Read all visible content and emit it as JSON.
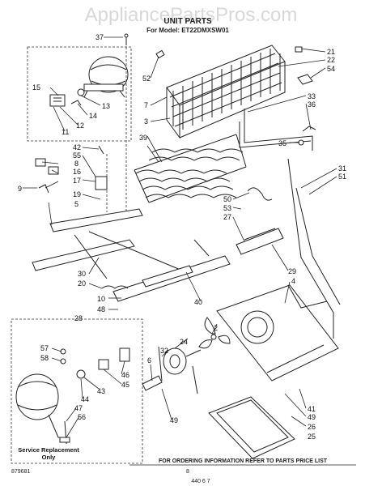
{
  "watermark": "AppliancePartsPros.com",
  "header": {
    "title": "UNIT PARTS",
    "model_line": "For Model: ET22DMXSW01"
  },
  "callouts": [
    "37",
    "21",
    "22",
    "54",
    "52",
    "7",
    "3",
    "15",
    "13",
    "14",
    "12",
    "11",
    "33",
    "36",
    "35",
    "39",
    "42",
    "55",
    "8",
    "16",
    "17",
    "9",
    "19",
    "5",
    "31",
    "51",
    "50",
    "53",
    "27",
    "30",
    "20",
    "29",
    "4",
    "10",
    "40",
    "48",
    "28",
    "57",
    "58",
    "46",
    "45",
    "2",
    "24",
    "32",
    "6",
    "43",
    "44",
    "47",
    "56",
    "49",
    "41",
    "26",
    "25"
  ],
  "service_box": {
    "label_line1": "Service Replacement",
    "label_line2": "Only"
  },
  "footer": {
    "ordering_info": "FOR ORDERING INFORMATION REFER TO PARTS PRICE LIST",
    "doc_number": "879681",
    "page_number": "8",
    "corner_mark": "440 6 7"
  }
}
